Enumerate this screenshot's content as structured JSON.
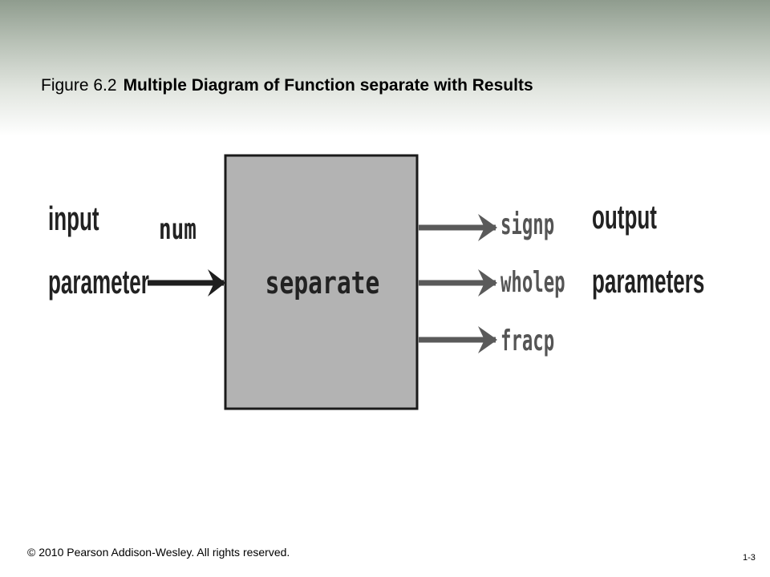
{
  "slide": {
    "title_prefix": "Figure 6.2",
    "title_main": "Multiple Diagram of Function separate with Results"
  },
  "diagram": {
    "function_name": "separate",
    "input_label_line1": "input",
    "input_label_line2": "parameter",
    "input_param": "num",
    "outputs": [
      "signp",
      "wholep",
      "fracp"
    ],
    "output_label_line1": "output",
    "output_label_line2": "parameters",
    "box_fill": "#b3b3b3"
  },
  "footer": {
    "copyright": "© 2010 Pearson Addison-Wesley. All rights reserved.",
    "page_number": "1-3"
  }
}
